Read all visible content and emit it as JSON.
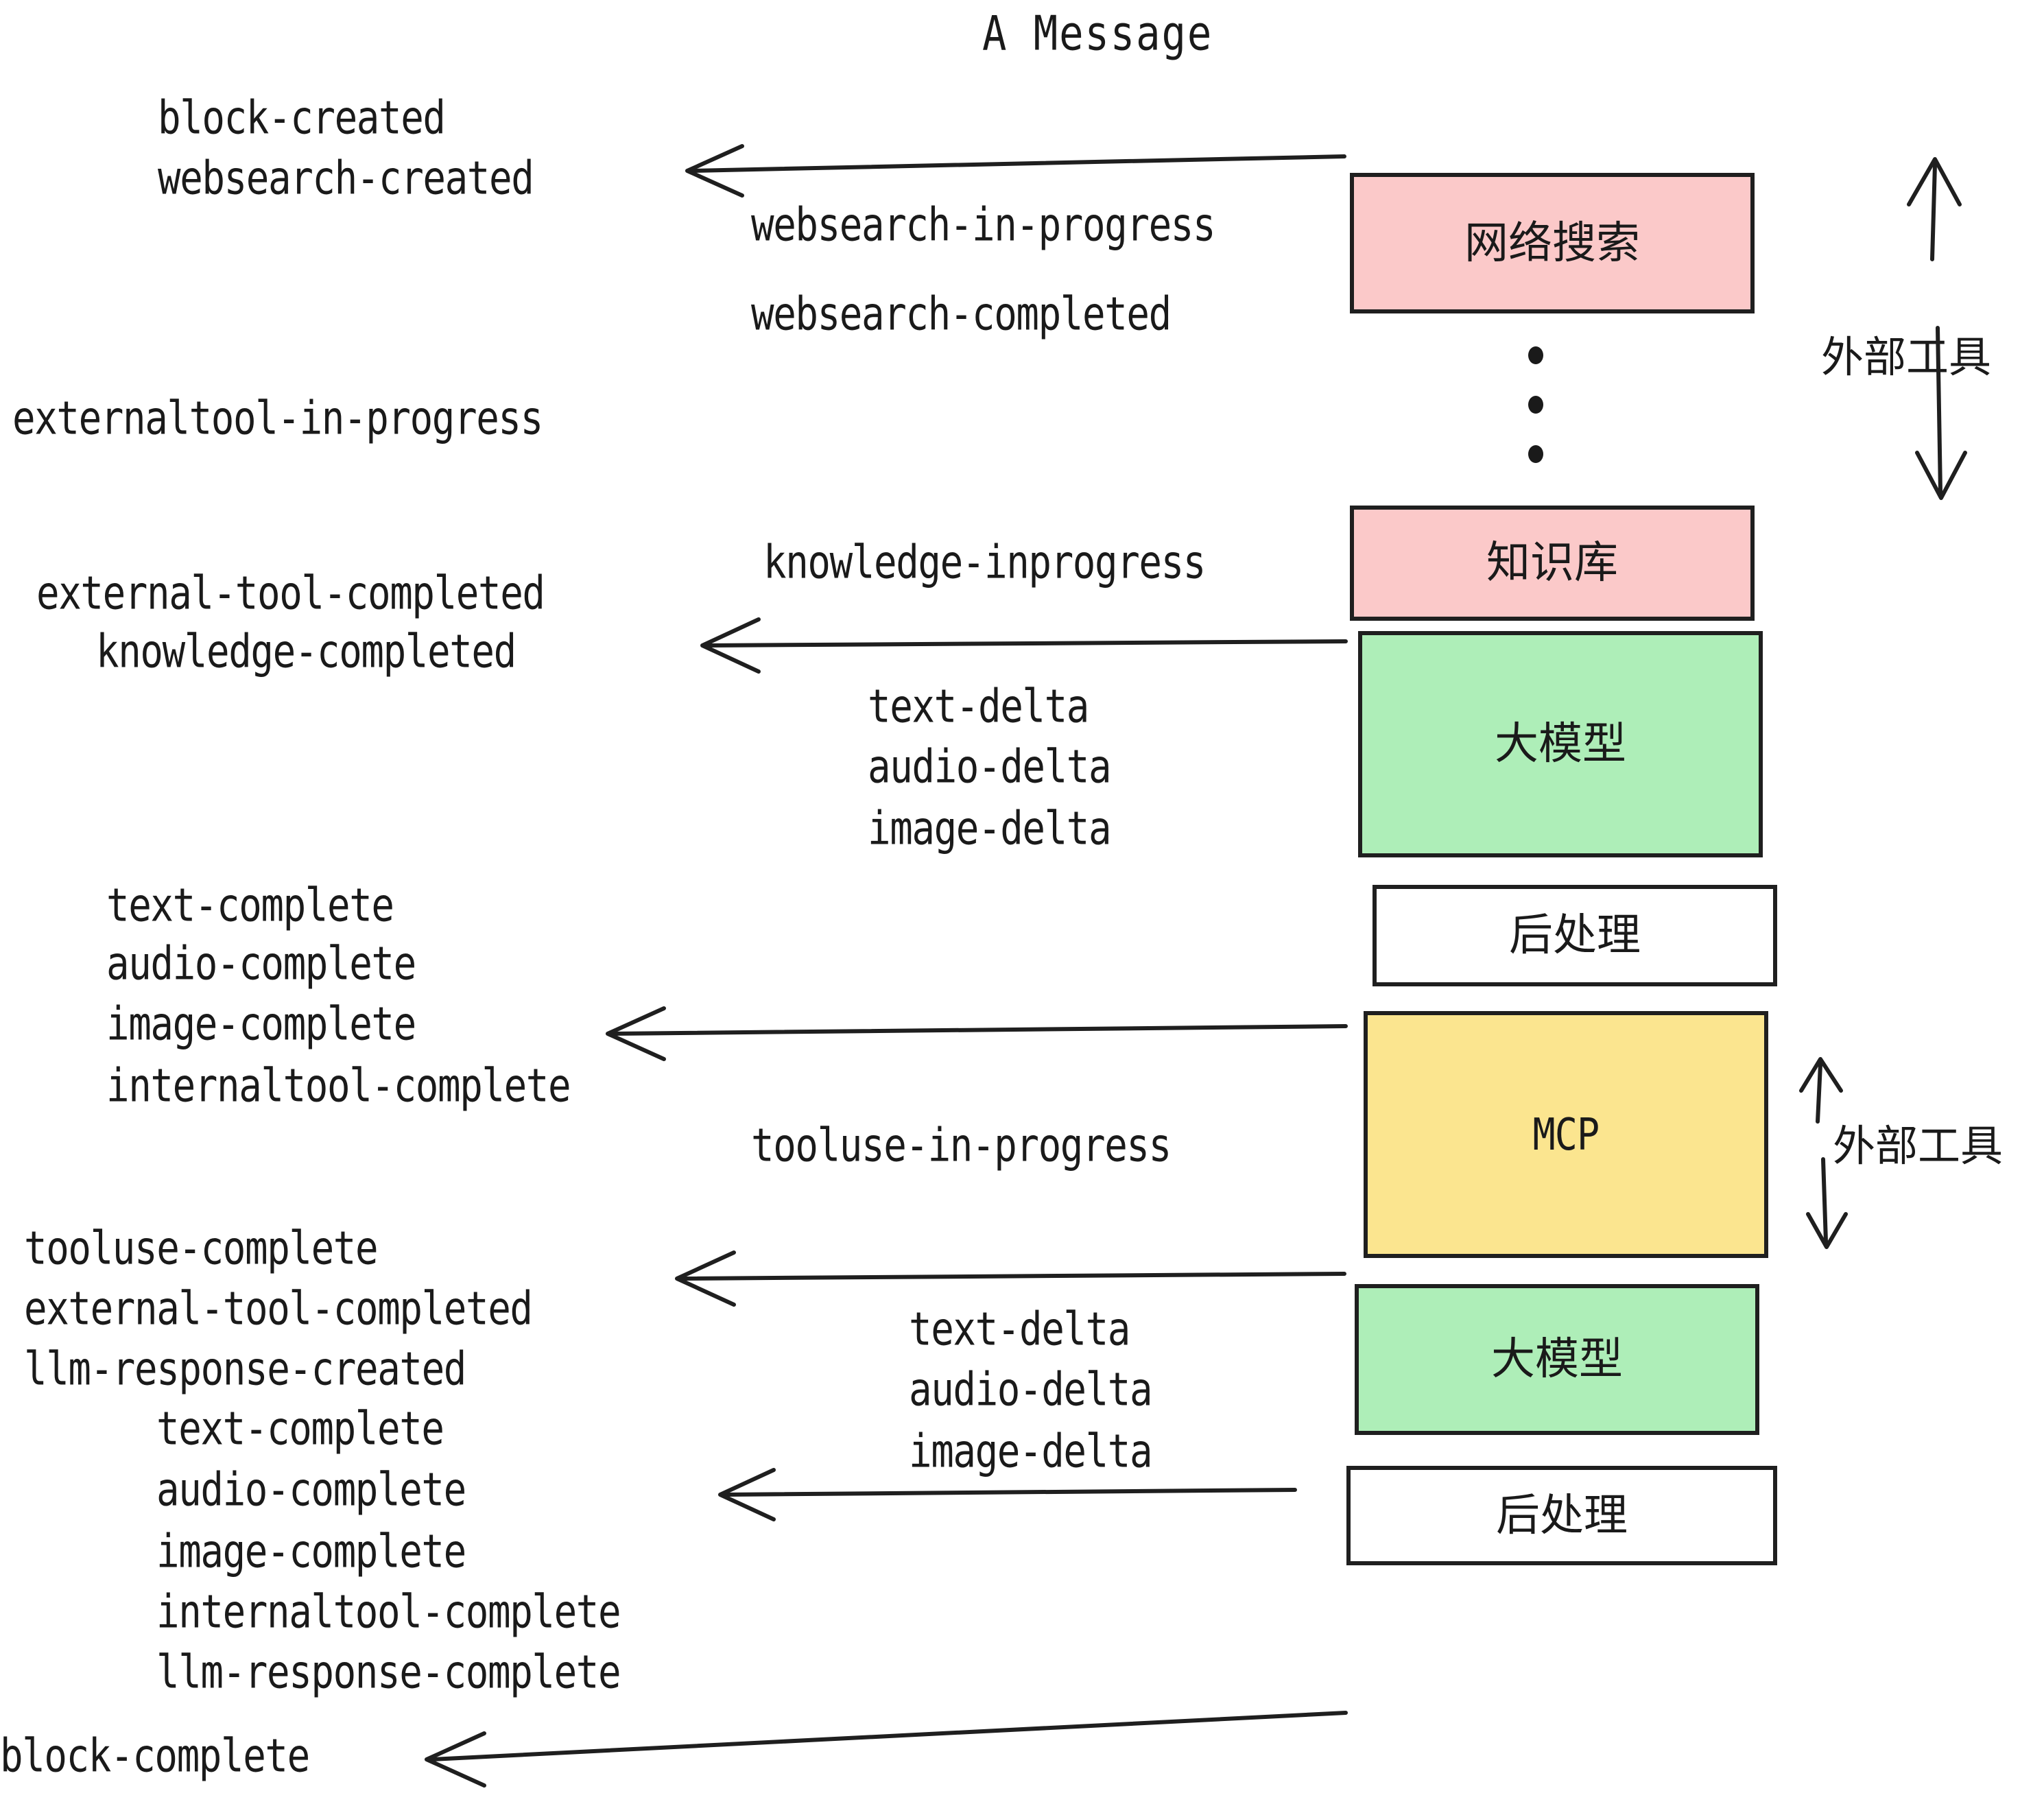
{
  "title": "A Message",
  "colors": {
    "external_tool_fill": "#fbc9c9",
    "llm_fill": "#aeeeb8",
    "mcp_fill": "#fbe58f",
    "postprocess_fill": "#ffffff",
    "stroke": "#1f1f1f",
    "text": "#1a1a1a"
  },
  "nodes": [
    {
      "id": "websearch",
      "label": "网络搜索",
      "kind": "external-tool"
    },
    {
      "id": "knowledge",
      "label": "知识库",
      "kind": "external-tool"
    },
    {
      "id": "llm-1",
      "label": "大模型",
      "kind": "llm"
    },
    {
      "id": "postprocess-1",
      "label": "后处理",
      "kind": "postprocess"
    },
    {
      "id": "mcp",
      "label": "MCP",
      "kind": "mcp"
    },
    {
      "id": "llm-2",
      "label": "大模型",
      "kind": "llm"
    },
    {
      "id": "postprocess-2",
      "label": "后处理",
      "kind": "postprocess"
    }
  ],
  "brackets": [
    {
      "id": "external-tool-bracket-top",
      "label": "外部工具"
    },
    {
      "id": "external-tool-bracket-bottom",
      "label": "外部工具"
    }
  ],
  "events": {
    "block_created": "block-created",
    "websearch_created": "websearch-created",
    "websearch_in_progress": "websearch-in-progress",
    "websearch_completed": "websearch-completed",
    "externaltool_in_progress": "externaltool-in-progress",
    "knowledge_inprogress": "knowledge-inprogress",
    "external_tool_completed_1": "external-tool-completed",
    "knowledge_completed": "knowledge-completed",
    "text_delta_1": "text-delta",
    "audio_delta_1": "audio-delta",
    "image_delta_1": "image-delta",
    "text_complete_1": "text-complete",
    "audio_complete_1": "audio-complete",
    "image_complete_1": "image-complete",
    "internaltool_complete_1": "internaltool-complete",
    "tooluse_in_progress": "tooluse-in-progress",
    "tooluse_complete": "tooluse-complete",
    "external_tool_completed_2": "external-tool-completed",
    "llm_response_created": "llm-response-created",
    "text_delta_2": "text-delta",
    "audio_delta_2": "audio-delta",
    "image_delta_2": "image-delta",
    "text_complete_2": "text-complete",
    "audio_complete_2": "audio-complete",
    "image_complete_2": "image-complete",
    "internaltool_complete_2": "internaltool-complete",
    "llm_response_complete": "llm-response-complete",
    "block_complete": "block-complete"
  }
}
